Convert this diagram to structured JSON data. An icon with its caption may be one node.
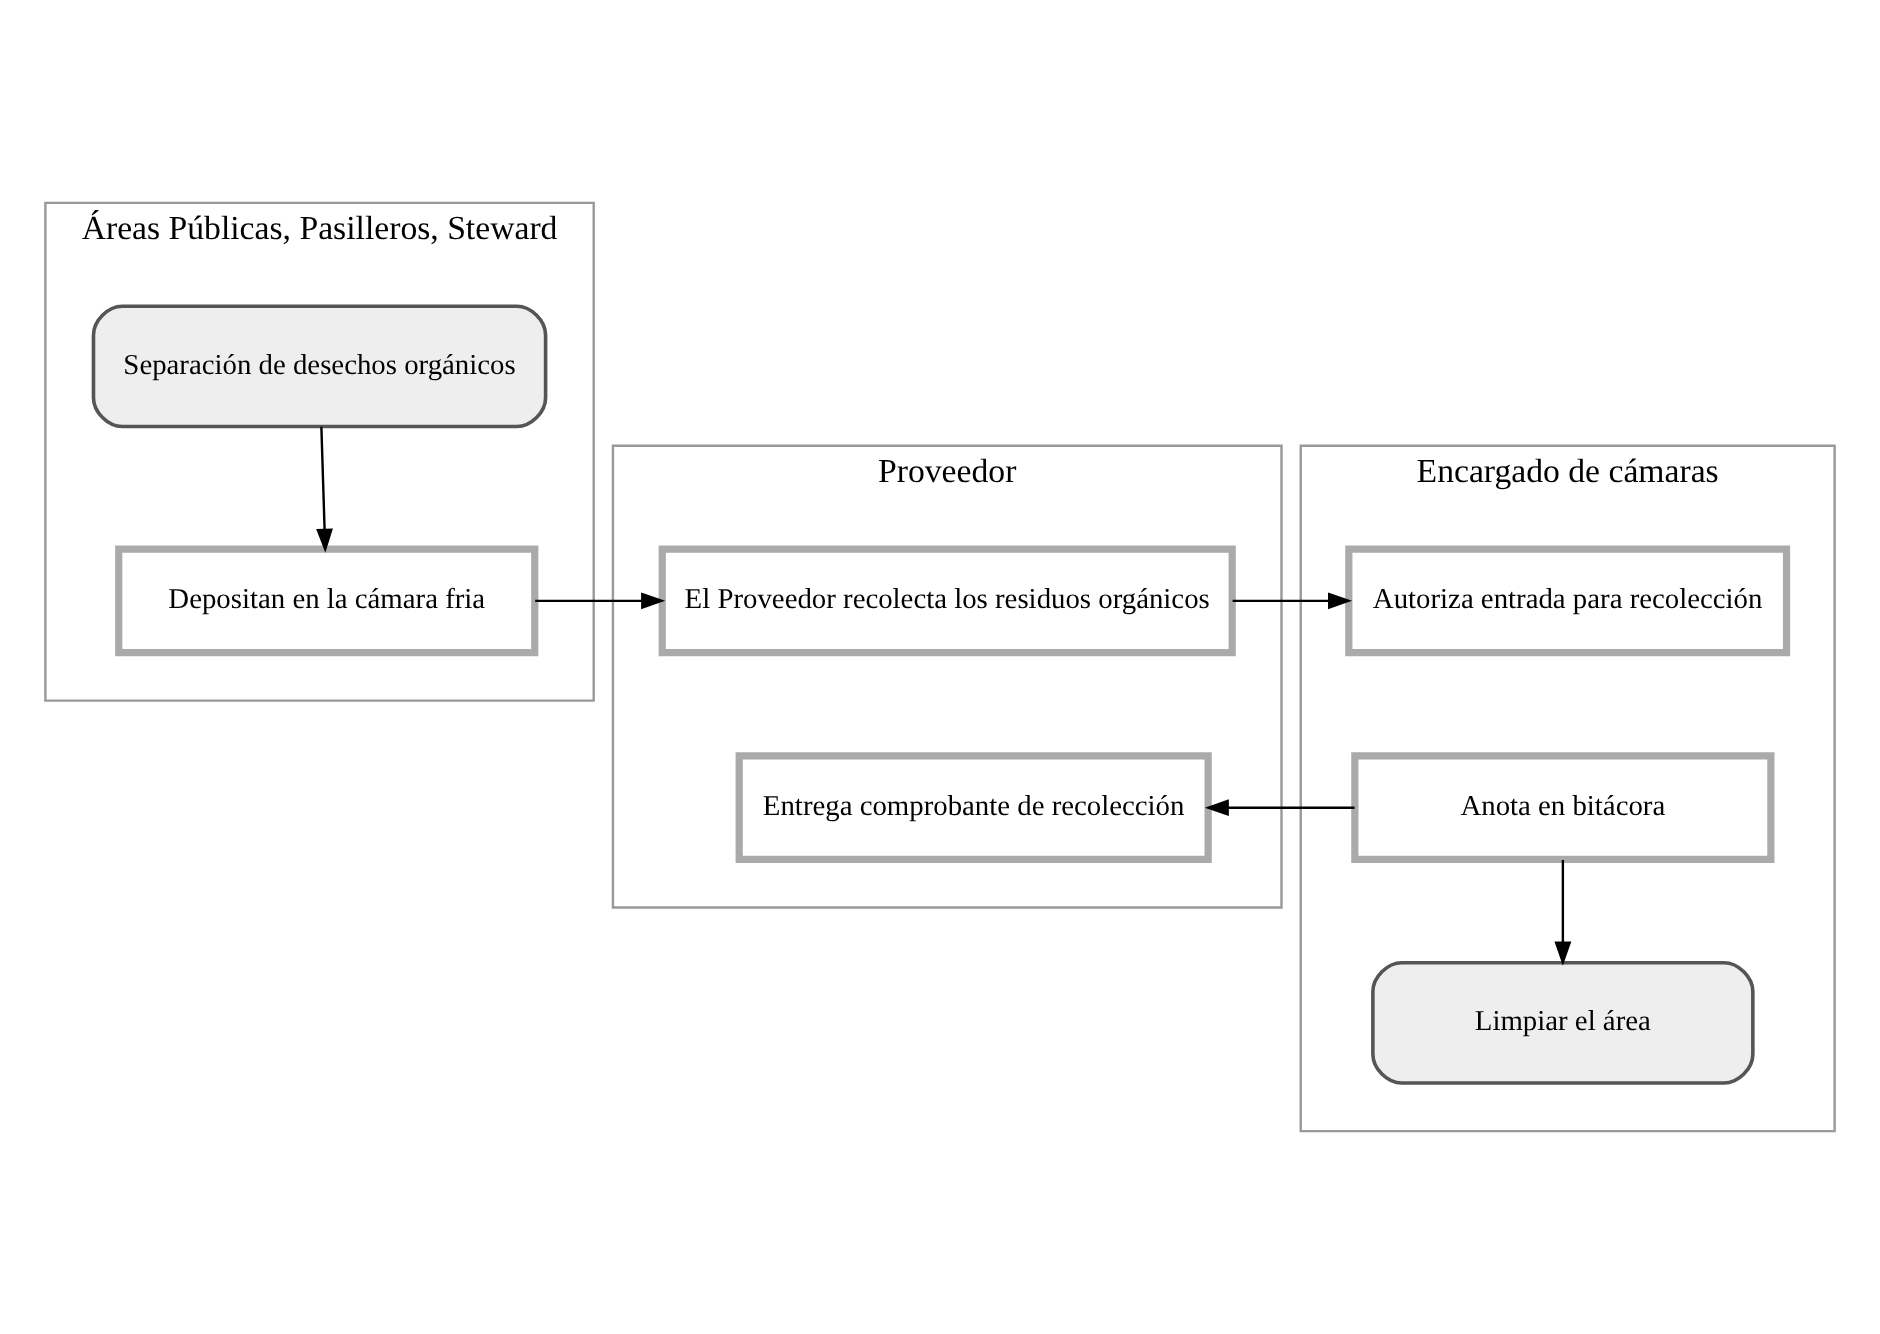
{
  "diagram": {
    "nodes": [
      {
        "text": [
          "Áreas Públicas, Pasilleros, Steward"
        ]
      },
      {
        "text": [
          "Separación de desechos orgánicos"
        ],
        "in": 0
      },
      {
        "text": [
          "Depositan en la cámara fria"
        ],
        "in": 0
      },
      {
        "text": [
          "Proveedor"
        ]
      },
      {
        "text": [
          "El Proveedor recolecta los residuos orgánicos"
        ],
        "in": 3
      },
      {
        "text": [
          "Entrega comprobante de recolección"
        ],
        "in": 3
      },
      {
        "text": [
          "Encargado de cámaras"
        ]
      },
      {
        "text": [
          "Autoriza entrada para recolección"
        ],
        "in": 6
      },
      {
        "text": [
          "Anota en bitácora"
        ],
        "in": 6
      },
      {
        "text": [
          "Limpiar el área"
        ],
        "in": 6
      }
    ],
    "edges": [
      {
        "from": 1,
        "to": 2,
        "arrow": "to"
      },
      {
        "from": 2,
        "to": 4,
        "arrow": "to"
      },
      {
        "from": 4,
        "to": 7,
        "arrow": "to"
      },
      {
        "from": 8,
        "to": 5,
        "arrow": "to"
      },
      {
        "from": 8,
        "to": 9,
        "arrow": "to"
      }
    ]
  }
}
